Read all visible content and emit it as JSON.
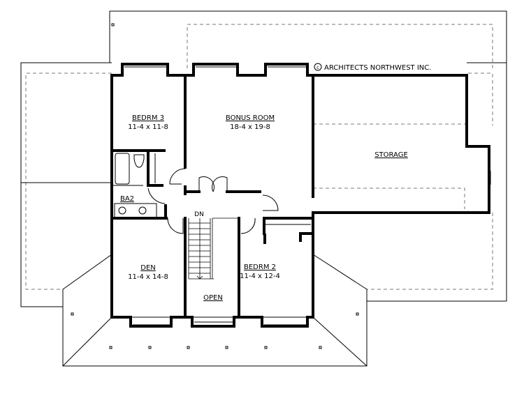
{
  "copyright": "ARCHITECTS NORTHWEST INC.",
  "copyright_symbol": "c",
  "rooms": [
    {
      "name": "BEDRM 3",
      "size": "11-4 x 11-8"
    },
    {
      "name": "BONUS ROOM",
      "size": "18-4 x 19-8"
    },
    {
      "name": "STORAGE"
    },
    {
      "name": "BA2"
    },
    {
      "name": "DEN",
      "size": "11-4 x 14-8"
    },
    {
      "name": "OPEN"
    },
    {
      "name": "BEDRM 2",
      "size": "11-4 x 12-4"
    }
  ],
  "stair_label": "DN"
}
